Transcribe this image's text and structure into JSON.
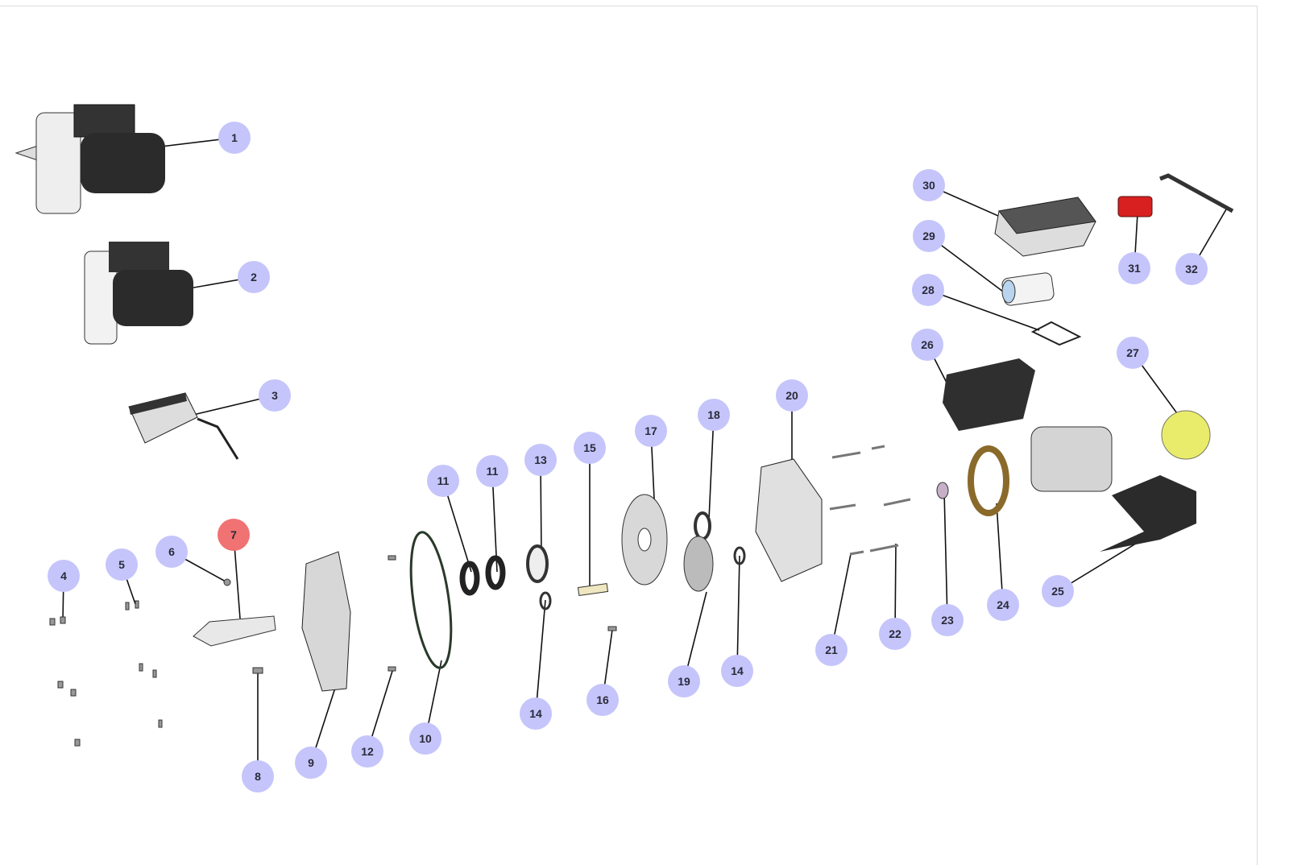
{
  "colors": {
    "badge": "#c5c5fb",
    "badge_active": "#f07272"
  },
  "callouts": [
    {
      "label": "1",
      "active": false
    },
    {
      "label": "2",
      "active": false
    },
    {
      "label": "3",
      "active": false
    },
    {
      "label": "4",
      "active": false
    },
    {
      "label": "5",
      "active": false
    },
    {
      "label": "6",
      "active": false
    },
    {
      "label": "7",
      "active": true
    },
    {
      "label": "8",
      "active": false
    },
    {
      "label": "9",
      "active": false
    },
    {
      "label": "10",
      "active": false
    },
    {
      "label": "11",
      "active": false
    },
    {
      "label": "11",
      "active": false
    },
    {
      "label": "12",
      "active": false
    },
    {
      "label": "13",
      "active": false
    },
    {
      "label": "14",
      "active": false
    },
    {
      "label": "15",
      "active": false
    },
    {
      "label": "16",
      "active": false
    },
    {
      "label": "17",
      "active": false
    },
    {
      "label": "18",
      "active": false
    },
    {
      "label": "19",
      "active": false
    },
    {
      "label": "14",
      "active": false
    },
    {
      "label": "20",
      "active": false
    },
    {
      "label": "21",
      "active": false
    },
    {
      "label": "22",
      "active": false
    },
    {
      "label": "23",
      "active": false
    },
    {
      "label": "24",
      "active": false
    },
    {
      "label": "25",
      "active": false
    },
    {
      "label": "26",
      "active": false
    },
    {
      "label": "27",
      "active": false
    },
    {
      "label": "28",
      "active": false
    },
    {
      "label": "29",
      "active": false
    },
    {
      "label": "30",
      "active": false
    },
    {
      "label": "31",
      "active": false
    },
    {
      "label": "32",
      "active": false
    }
  ]
}
